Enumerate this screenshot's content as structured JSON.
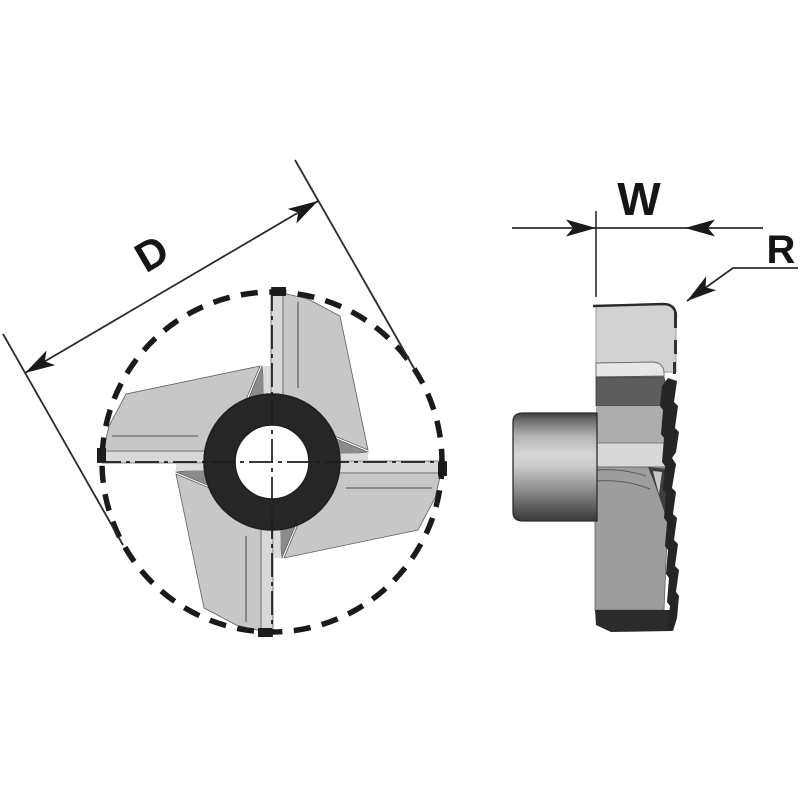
{
  "drawing": {
    "front_view": {
      "dimension_label": "D"
    },
    "side_view": {
      "width_label": "W",
      "corner_radius_label": "R"
    }
  },
  "colors": {
    "background": "#ffffff",
    "ink": "#1a1a1a",
    "dim_line": "#2b2b2b",
    "blade_light": "#d8d8d8",
    "blade_mid": "#c7c7c7",
    "blade_shadow": "#8b8b8b",
    "blade_sliver": "#dcdcdc",
    "hub_ring_dark": "#262626",
    "hub_ring_light": "#5c5c5c",
    "insert_dark": "#2b2b2b",
    "far_edge_dark": "#252525",
    "pocket_dark": "#5d5d5d",
    "seat_light": "#e7e7e7",
    "mid_band": "#adadad",
    "lower_body": "#9d9d9d",
    "side_blade_light": "#d2d2d2"
  }
}
